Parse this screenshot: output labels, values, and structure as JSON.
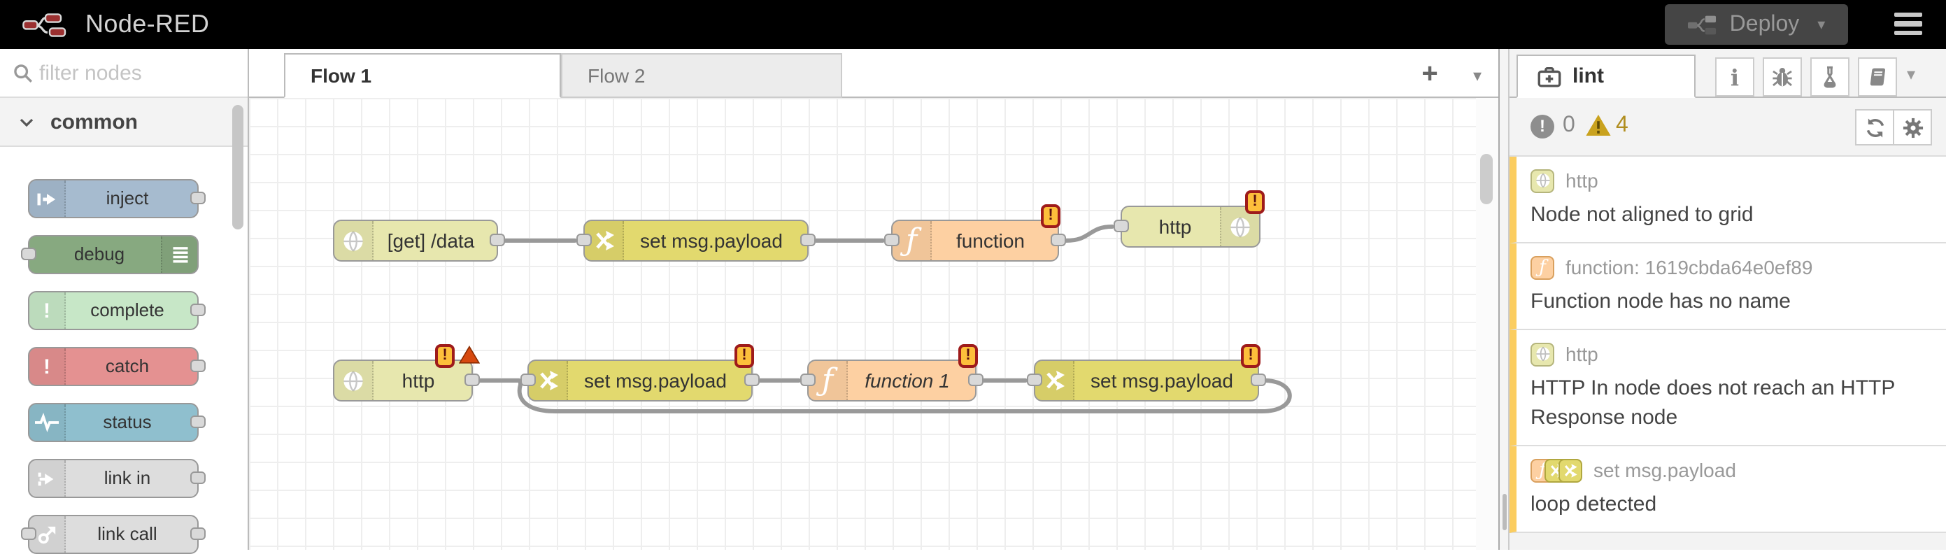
{
  "header": {
    "title": "Node-RED",
    "deploy_label": "Deploy"
  },
  "glyphs": {
    "plus": "+",
    "caret_down": "▾",
    "exclaim": "!"
  },
  "palette": {
    "search_placeholder": "filter nodes",
    "section_label": "common",
    "nodes": [
      {
        "label": "inject"
      },
      {
        "label": "debug"
      },
      {
        "label": "complete"
      },
      {
        "label": "catch"
      },
      {
        "label": "status"
      },
      {
        "label": "link in"
      },
      {
        "label": "link call"
      }
    ]
  },
  "workspace": {
    "tabs": [
      {
        "label": "Flow 1",
        "active": true
      },
      {
        "label": "Flow 2",
        "active": false
      }
    ]
  },
  "canvas": {
    "nodes": [
      {
        "label": "[get] /data",
        "type": "http in"
      },
      {
        "label": "set msg.payload",
        "type": "change"
      },
      {
        "label": "function",
        "type": "function",
        "warning": true
      },
      {
        "label": "http",
        "type": "http response",
        "warning": true
      },
      {
        "label": "http",
        "type": "http in",
        "warning": true,
        "error": true
      },
      {
        "label": "set msg.payload",
        "type": "change",
        "warning": true
      },
      {
        "label": "function 1",
        "type": "function",
        "warning": true
      },
      {
        "label": "set msg.payload",
        "type": "change",
        "warning": true
      }
    ]
  },
  "sidebar": {
    "tab_label": "lint",
    "error_count": "0",
    "warning_count": "4",
    "issues": [
      {
        "node_label": "http",
        "message": "Node not aligned to grid"
      },
      {
        "node_label": "function: 1619cbda64e0ef89",
        "message": "Function node has no name"
      },
      {
        "node_label": "http",
        "message": "HTTP In node does not reach an HTTP Response node"
      },
      {
        "node_label": "set msg.payload",
        "message": "loop detected"
      }
    ]
  },
  "colors": {
    "header_bg": "#000000",
    "logo_red": "#9b3030",
    "deploy_bg": "#454545",
    "node_inject": "#a6bbcf",
    "node_debug": "#87a980",
    "node_complete": "#c7e7c7",
    "node_catch": "#e49191",
    "node_status": "#8fbfce",
    "node_link": "#dddddd",
    "node_http_in": "#e7e7ae",
    "node_change": "#e2d96e",
    "node_function": "#fdd0a2",
    "wire": "#999999",
    "warning_badge": "#fdbf3b",
    "issue_border": "#fbcd60",
    "warn_triangle": "#c9a21e"
  }
}
